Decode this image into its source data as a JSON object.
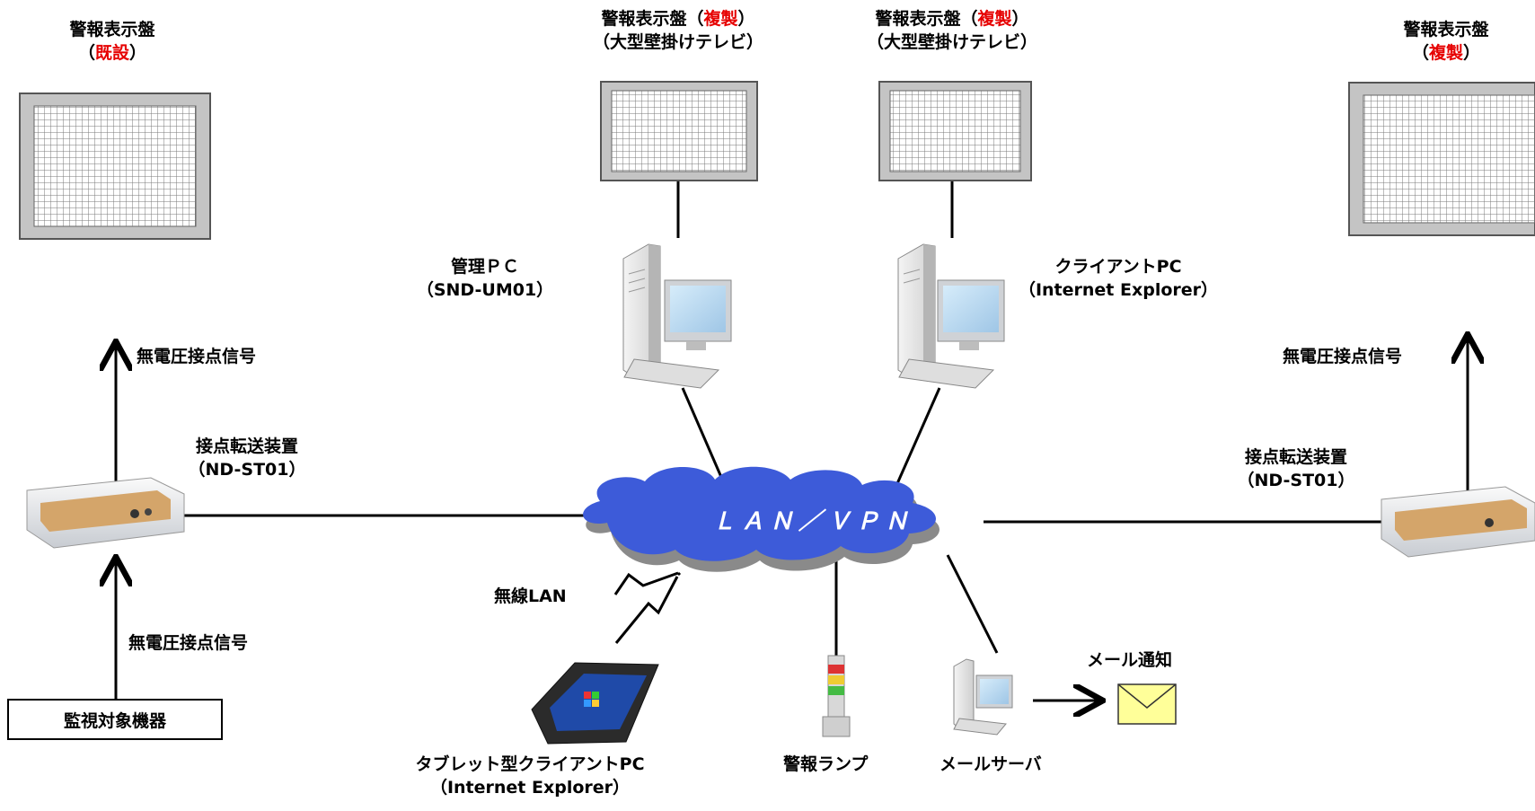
{
  "boards": [
    {
      "title": "警報表示盤",
      "open": "（",
      "tag": "既設",
      "close": "）",
      "sub": ""
    },
    {
      "title": "警報表示盤（",
      "tag": "複製",
      "close": "）",
      "sub": "（大型壁掛けテレビ）"
    },
    {
      "title": "警報表示盤（",
      "tag": "複製",
      "close": "）",
      "sub": "（大型壁掛けテレビ）"
    },
    {
      "title": "警報表示盤",
      "open": "（",
      "tag": "複製",
      "close": "）"
    }
  ],
  "management_pc": {
    "name": "管理ＰＣ",
    "model": "（SND-UM01）"
  },
  "client_pc": {
    "name": "クライアントPC",
    "model": "（Internet Explorer）"
  },
  "network": {
    "label": "ＬＡＮ／ＶＰＮ"
  },
  "left_signal_top": "無電圧接点信号",
  "left_signal_bottom": "無電圧接点信号",
  "right_signal": "無電圧接点信号",
  "left_transfer": {
    "name": "接点転送装置",
    "model": "（ND-ST01）"
  },
  "right_transfer": {
    "name": "接点転送装置",
    "model": "（ND-ST01）"
  },
  "monitored_device": "監視対象機器",
  "wireless": "無線LAN",
  "tablet": {
    "name": "タブレット型クライアントPC",
    "model": "（Internet Explorer）"
  },
  "lamp": "警報ランプ",
  "mail_server": "メールサーバ",
  "mail_notify": "メール通知",
  "colors": {
    "cloud": "#3d5bd9",
    "cloud_shadow": "#8a8a8a",
    "accent_red": "#e60000"
  }
}
